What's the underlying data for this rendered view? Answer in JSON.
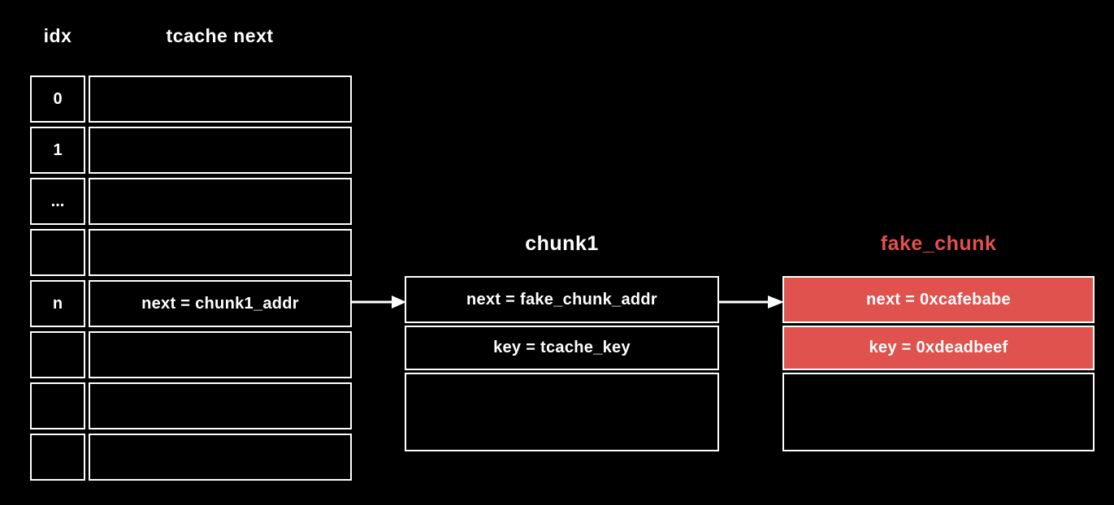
{
  "colors": {
    "background": "#000000",
    "line": "#ffffff",
    "text": "#ffffff",
    "accent_red": "#e0524e"
  },
  "header": {
    "idx_label": "idx",
    "next_label": "tcache next"
  },
  "tcache_table": {
    "rows": [
      {
        "idx": "0",
        "value": ""
      },
      {
        "idx": "1",
        "value": ""
      },
      {
        "idx": "...",
        "value": ""
      },
      {
        "idx": "",
        "value": ""
      },
      {
        "idx": "n",
        "value": "next = chunk1_addr"
      },
      {
        "idx": "",
        "value": ""
      },
      {
        "idx": "",
        "value": ""
      },
      {
        "idx": "",
        "value": ""
      }
    ]
  },
  "chunk1": {
    "title": "chunk1",
    "fields": [
      {
        "text": "next = fake_chunk_addr"
      },
      {
        "text": "key = tcache_key"
      },
      {
        "text": ""
      }
    ]
  },
  "fake_chunk": {
    "title": "fake_chunk",
    "fields": [
      {
        "text": "next = 0xcafebabe"
      },
      {
        "text": "key = 0xdeadbeef"
      },
      {
        "text": ""
      }
    ]
  },
  "arrows": [
    {
      "name": "tcache-row-n-to-chunk1",
      "direction": "right"
    },
    {
      "name": "chunk1-to-fake-chunk",
      "direction": "right"
    }
  ]
}
